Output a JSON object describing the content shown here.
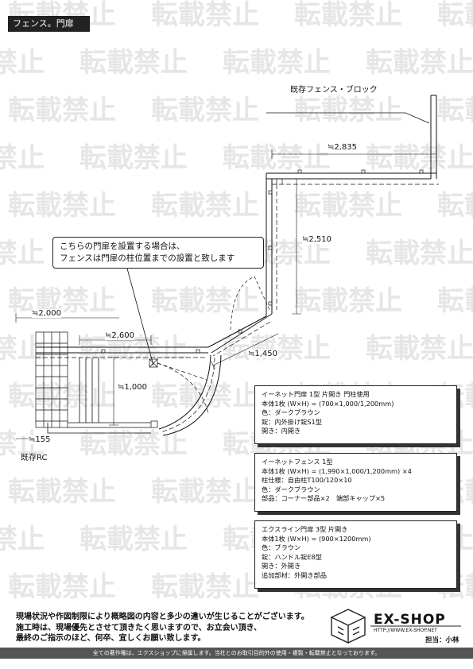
{
  "watermark": {
    "text": "転載禁止"
  },
  "header": {
    "title": "フェンス。門扉"
  },
  "labels": {
    "existing_fence_block": "既存フェンス・ブロック",
    "existing_rc": "既存RC"
  },
  "callout": {
    "line1": "こちらの門扉を設置する場合は、",
    "line2": "フェンスは門扉の柱位置までの設置と致します"
  },
  "dimensions": {
    "d2835": "≒2,835",
    "d2510": "≒2,510",
    "d2000": "≒2,000",
    "d2600": "≒2,600",
    "d1450": "≒1,450",
    "d1000": "≒1,000",
    "d155": "≒155"
  },
  "spec_boxes": [
    {
      "lines": [
        "イーネット門扉 1型 片開き 門柱使用",
        "本体1枚 (W×H) = (700×1,000/1,200mm)",
        "色：ダークブラウン",
        "錠：内外掛け錠S1型",
        "開き：内開き"
      ]
    },
    {
      "lines": [
        "イーネットフェンス 1型",
        "本体1枚 (W×H) = (1,990×1,000/1,200mm) ×4",
        "柱仕様：自由柱T100/120×10",
        "色：ダークブラウン",
        "部品：コーナー部品×2　端部キャップ×5"
      ]
    },
    {
      "lines": [
        "エクスライン門扉 3型 片開き",
        "本体1枚 (W×H) = (900×1200mm)",
        "色：ブラウン",
        "錠：ハンドル錠E8型",
        "開き：外開き",
        "追加部材：外開き部品"
      ]
    }
  ],
  "notes": {
    "line1": "現場状況や作図制限により概略図の内容と多少の違いが生じることがございます。",
    "line2": "施工時は、現場優先とさせて頂きたく思いますので、お立会い頂き、",
    "line3": "最終のご指示のほど、何卒、宜しくお願い致します。"
  },
  "branding": {
    "name": "EX-SHOP",
    "url": "HTTP://WWW.EX-SHOP.NET",
    "staff": "担当：小林"
  },
  "footer": {
    "text": "全ての著作権は、エクスショップに帰属します。当社とのお取引目的外の使用・複製・転載禁止となっております。"
  }
}
